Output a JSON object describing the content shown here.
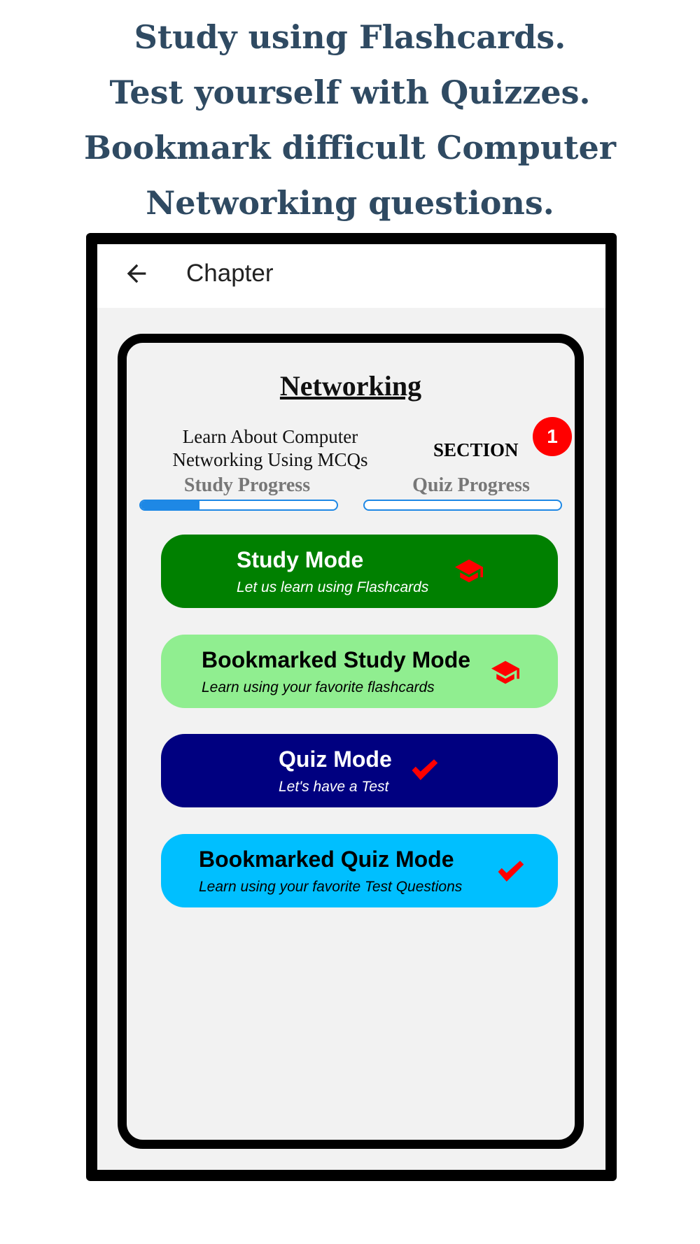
{
  "promo": {
    "lines": [
      "Study using Flashcards.",
      "Test yourself with Quizzes.",
      "Bookmark difficult Computer",
      "Networking questions."
    ]
  },
  "appbar": {
    "title": "Chapter",
    "back_icon": "arrow-left-icon"
  },
  "chapter": {
    "title": "Networking",
    "description_lines": [
      "Learn About Computer",
      "Networking Using MCQs"
    ],
    "section_label": "SECTION",
    "section_number": "1",
    "study_progress_label": "Study Progress",
    "quiz_progress_label": "Quiz Progress",
    "study_progress": 0.3,
    "quiz_progress": 0
  },
  "modes": [
    {
      "title": "Study Mode",
      "subtitle": "Let us learn using Flashcards",
      "bg": "#008000",
      "color": "#ffffff",
      "icon": "graduation-cap-icon"
    },
    {
      "title": "Bookmarked Study Mode",
      "subtitle": "Learn using your favorite flashcards",
      "bg": "#90ee90",
      "color": "#000000",
      "icon": "graduation-cap-icon"
    },
    {
      "title": "Quiz Mode",
      "subtitle": "Let's have a Test",
      "bg": "#000080",
      "color": "#ffffff",
      "icon": "checkmark-icon"
    },
    {
      "title": "Bookmarked Quiz Mode",
      "subtitle": "Learn using your favorite Test Questions",
      "bg": "#00bfff",
      "color": "#000000",
      "icon": "checkmark-icon"
    }
  ],
  "colors": {
    "icon_red": "#ff0000",
    "progress_blue": "#1e88e5",
    "badge_red": "#ff0000"
  }
}
